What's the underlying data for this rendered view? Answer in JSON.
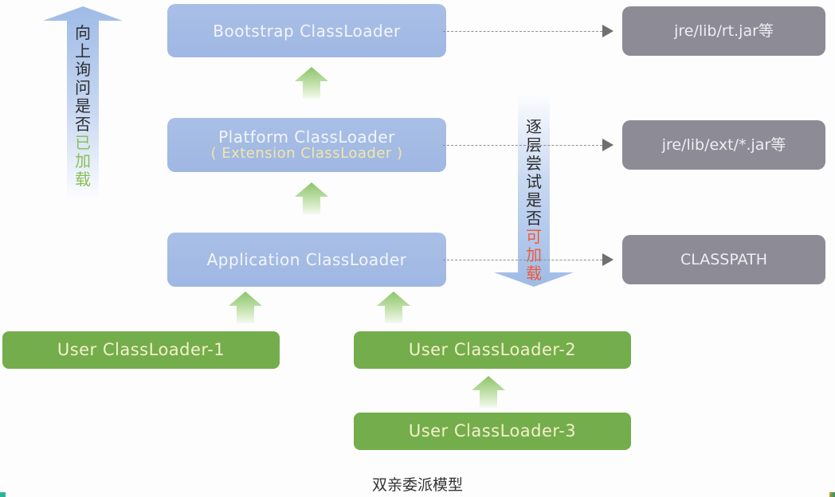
{
  "diagram": {
    "caption": "双亲委派模型",
    "left_arrow": {
      "chars": [
        "向",
        "上",
        "询",
        "问",
        "是",
        "否"
      ],
      "highlight_chars": [
        "已",
        "加",
        "载"
      ],
      "highlight_color": "#8cbf58",
      "direction": "up"
    },
    "right_arrow": {
      "chars": [
        "逐",
        "层",
        "尝",
        "试",
        "是",
        "否"
      ],
      "highlight_chars": [
        "可",
        "加",
        "载"
      ],
      "highlight_color": "#f05a3a",
      "direction": "down"
    },
    "loaders": {
      "bootstrap": {
        "label": "Bootstrap ClassLoader",
        "target": "jre/lib/rt.jar等"
      },
      "platform": {
        "label": "Platform ClassLoader",
        "sublabel": "( Extension ClassLoader )",
        "target": "jre/lib/ext/*.jar等"
      },
      "application": {
        "label": "Application ClassLoader",
        "target": "CLASSPATH"
      }
    },
    "user_loaders": [
      {
        "label": "User ClassLoader-1"
      },
      {
        "label": "User ClassLoader-2"
      },
      {
        "label": "User ClassLoader-3"
      }
    ],
    "colors": {
      "system_loader": "#a9bfe6",
      "target_box": "#8c8b96",
      "user_loader": "#74ad4c"
    }
  }
}
